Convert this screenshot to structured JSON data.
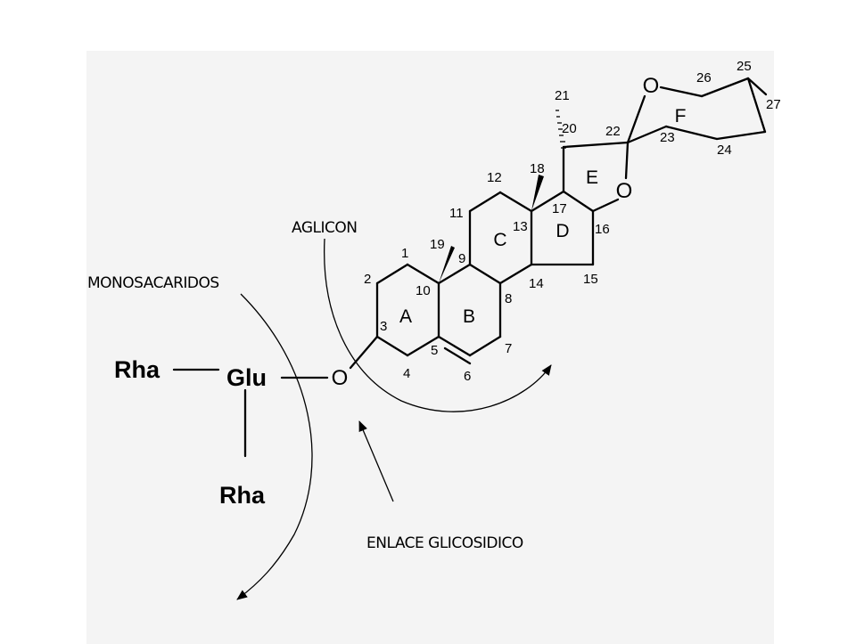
{
  "labels": {
    "aglicon": "AGLICON",
    "monosacaridos": "MONOSACARIDOS",
    "enlace": "ENLACE GLICOSIDICO"
  },
  "sugars": {
    "rha_left": "Rha",
    "glu": "Glu",
    "rha_bottom": "Rha"
  },
  "atoms": {
    "o_glycosidic": "O",
    "o_ring_e": "O",
    "o_ring_f": "O"
  },
  "rings": {
    "a": "A",
    "b": "B",
    "c": "C",
    "d": "D",
    "e": "E",
    "f": "F"
  },
  "carbons": {
    "c1": "1",
    "c2": "2",
    "c3": "3",
    "c4": "4",
    "c5": "5",
    "c6": "6",
    "c7": "7",
    "c8": "8",
    "c9": "9",
    "c10": "10",
    "c11": "11",
    "c12": "12",
    "c13": "13",
    "c14": "14",
    "c15": "15",
    "c16": "16",
    "c17": "17",
    "c18": "18",
    "c19": "19",
    "c20": "20",
    "c21": "21",
    "c22": "22",
    "c23": "23",
    "c24": "24",
    "c25": "25",
    "c26": "26",
    "c27": "27"
  }
}
